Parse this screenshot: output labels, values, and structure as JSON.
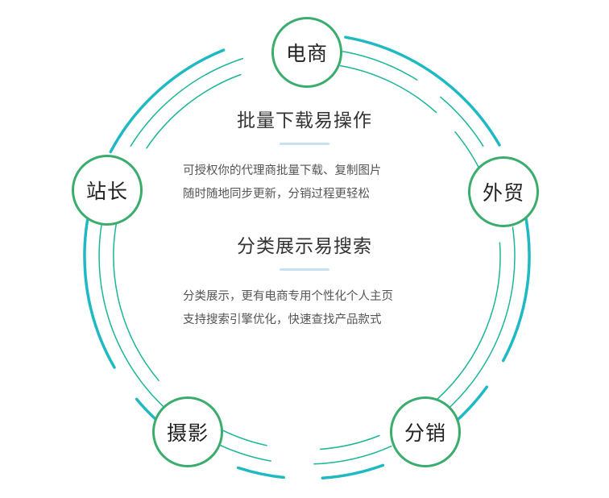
{
  "nodes": [
    {
      "key": "ecommerce",
      "label": "电商"
    },
    {
      "key": "foreign-trade",
      "label": "外贸"
    },
    {
      "key": "distribution",
      "label": "分销"
    },
    {
      "key": "photography",
      "label": "摄影"
    },
    {
      "key": "webmaster",
      "label": "站长"
    }
  ],
  "sections": [
    {
      "title": "批量下载易操作",
      "lines": [
        "可授权你的代理商批量下载、复制图片",
        "随时随地同步更新，分销过程更轻松"
      ]
    },
    {
      "title": "分类展示易搜索",
      "lines": [
        "分类展示，更有电商专用个性化个人主页",
        "支持搜索引擎优化，快速查找产品款式"
      ]
    }
  ],
  "colors": {
    "node_border": "#3aac6c",
    "ring_outer": "#1fb9c4",
    "ring_inner": "#1ab59a",
    "title_underline": "#c5e2ee",
    "title_text": "#333333",
    "body_text": "#555555"
  }
}
